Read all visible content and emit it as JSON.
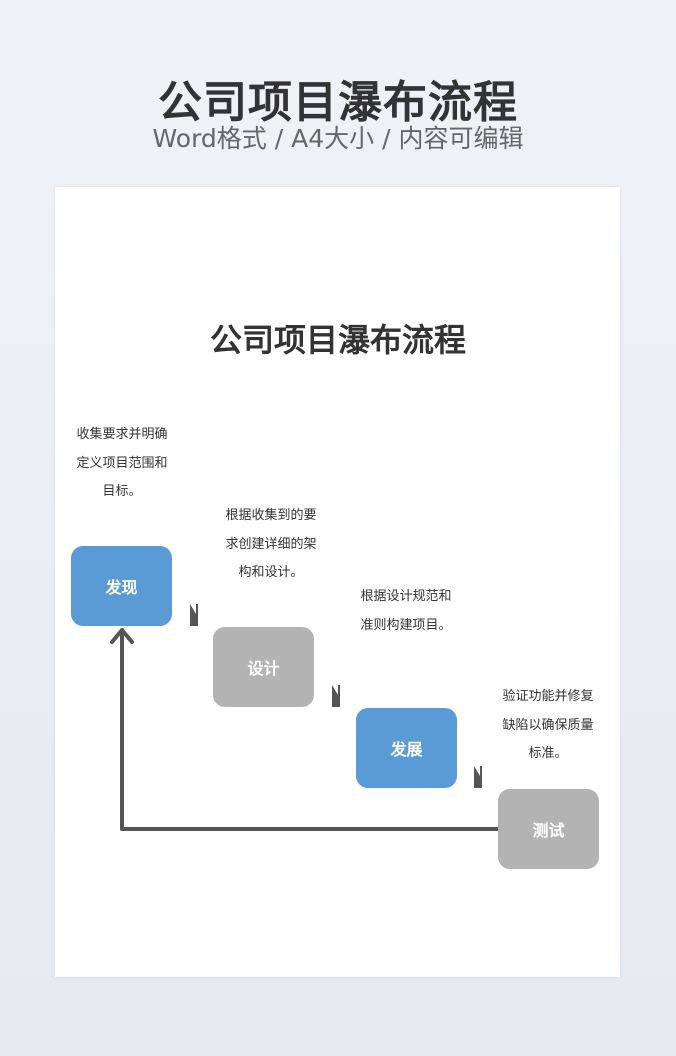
{
  "header": {
    "title": "公司项目瀑布流程",
    "subtitle": "Word格式 / A4大小 / 内容可编辑"
  },
  "document": {
    "title": "公司项目瀑布流程",
    "steps": [
      {
        "label": "发现",
        "desc": "收集要求并明确定义项目范围和目标。",
        "color": "#5b9bd5"
      },
      {
        "label": "设计",
        "desc": "根据收集到的要求创建详细的架构和设计。",
        "color": "#b3b3b3"
      },
      {
        "label": "发展",
        "desc": "根据设计规范和准则构建项目。",
        "color": "#5b9bd5"
      },
      {
        "label": "测试",
        "desc": "验证功能并修复缺陷以确保质量标准。",
        "color": "#b3b3b3"
      }
    ]
  }
}
